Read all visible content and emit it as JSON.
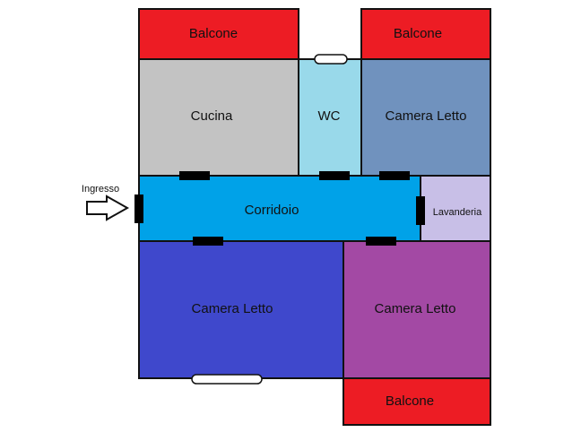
{
  "entrance": {
    "label": "Ingresso"
  },
  "rooms": {
    "balcony_top_left": {
      "label": "Balcone",
      "color": "#ed1c24"
    },
    "balcony_top_right": {
      "label": "Balcone",
      "color": "#ed1c24"
    },
    "kitchen": {
      "label": "Cucina",
      "color": "#c3c3c3"
    },
    "wc": {
      "label": "WC",
      "color": "#99d9ea"
    },
    "bedroom_top_right": {
      "label": "Camera Letto",
      "color": "#7092be"
    },
    "corridor": {
      "label": "Corridoio",
      "color": "#00a2e8"
    },
    "laundry": {
      "label": "Lavanderia",
      "color": "#c8bfe7"
    },
    "bedroom_bottom_left": {
      "label": "Camera Letto",
      "color": "#3f48cc"
    },
    "bedroom_bottom_right": {
      "label": "Camera Letto",
      "color": "#a349a4"
    },
    "balcony_bottom": {
      "label": "Balcone",
      "color": "#ed1c24"
    }
  },
  "wall_color": "#111111",
  "door_color": "#000000"
}
